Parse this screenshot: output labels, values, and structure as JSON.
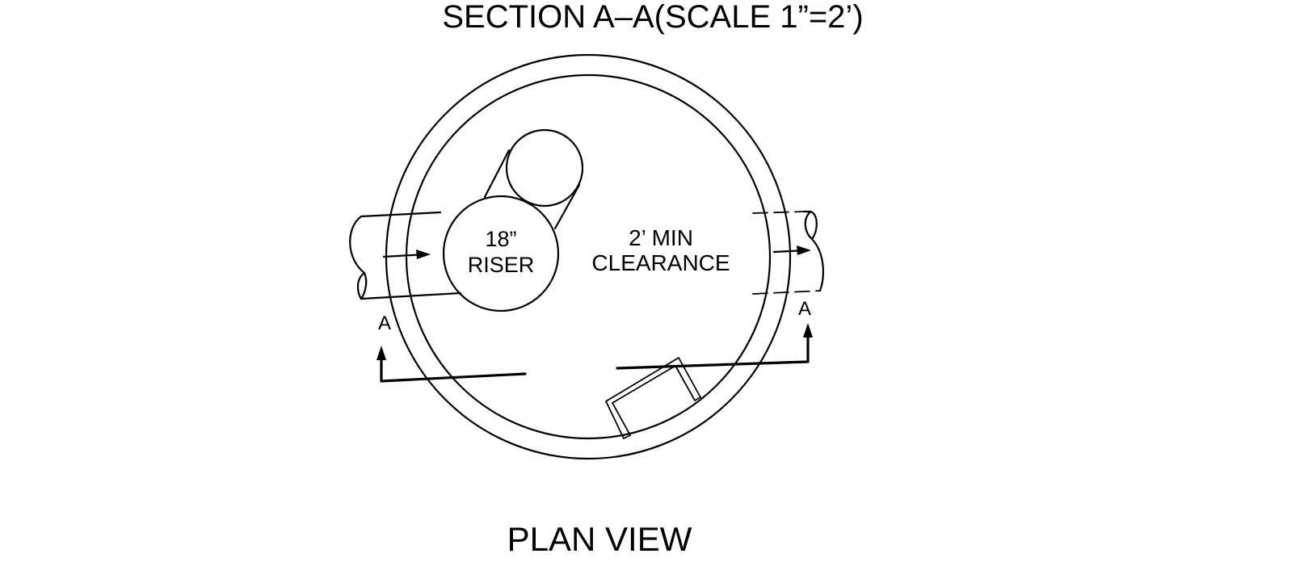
{
  "section_title": "SECTION A–A(SCALE 1”=2’)",
  "riser_label_size": "18”",
  "riser_label_name": "RISER",
  "clearance_line1": "2’ MIN",
  "clearance_line2": "CLEARANCE",
  "section_marker_left": "A",
  "section_marker_right": "A",
  "view_title": "PLAN VIEW",
  "line_color": "#000000",
  "background_color": "#ffffff"
}
